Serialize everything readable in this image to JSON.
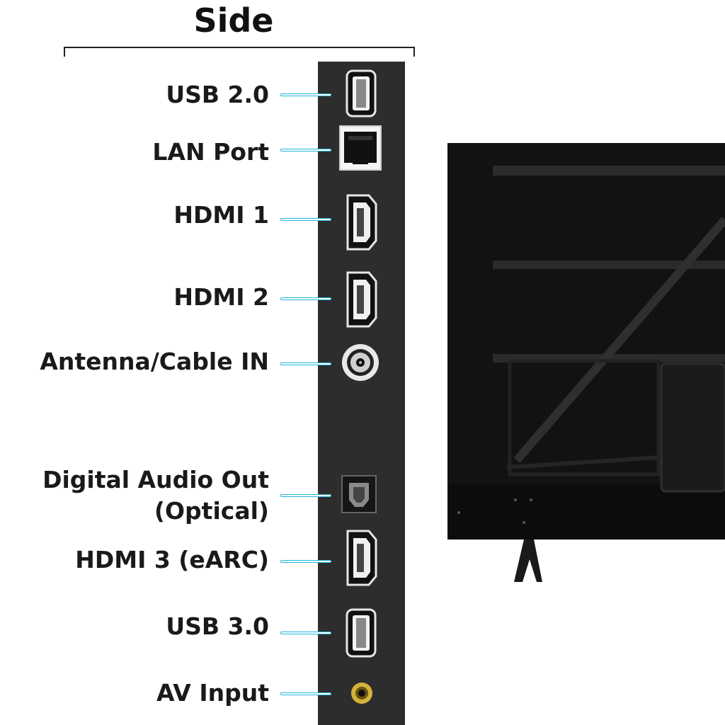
{
  "heading": "Side",
  "ports": [
    {
      "label": "USB 2.0",
      "icon": "usb-port-icon"
    },
    {
      "label": "LAN Port",
      "icon": "ethernet-port-icon"
    },
    {
      "label": "HDMI 1",
      "icon": "hdmi-port-icon"
    },
    {
      "label": "HDMI 2",
      "icon": "hdmi-port-icon"
    },
    {
      "label": "Antenna/Cable IN",
      "icon": "coaxial-port-icon"
    },
    {
      "label": "Digital Audio Out",
      "label2": "(Optical)",
      "icon": "optical-port-icon"
    },
    {
      "label": "HDMI 3 (eARC)",
      "icon": "hdmi-port-icon"
    },
    {
      "label": "USB 3.0",
      "icon": "usb-port-icon"
    },
    {
      "label": "AV Input",
      "icon": "av-jack-icon"
    }
  ],
  "colors": {
    "leader_line": "#1fb6d8",
    "panel": "#2d2d2d",
    "av_jack": "#d4b23a"
  }
}
